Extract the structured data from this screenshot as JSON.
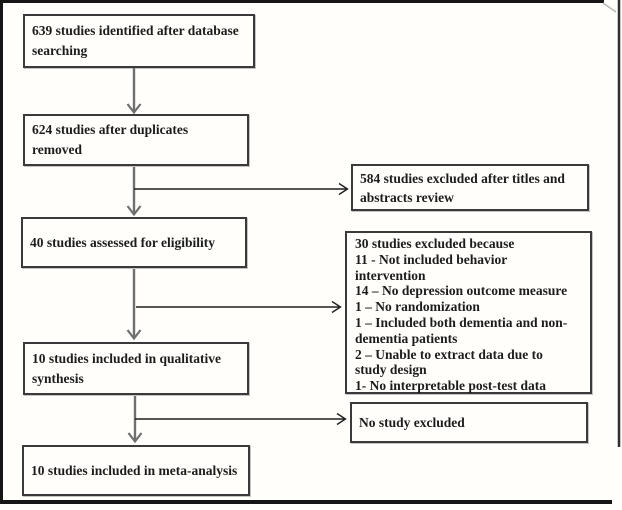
{
  "flowchart": {
    "boxes": {
      "identified": {
        "label": "639 studies identified after database searching"
      },
      "duplicates_removed": {
        "label": "624 studies after duplicates removed"
      },
      "excluded_titles_abstracts": {
        "label": "584 studies excluded after titles and abstracts review"
      },
      "assessed_eligibility": {
        "label": "40 studies assessed for eligibility"
      },
      "excluded_full_text": {
        "title": "30 studies excluded because",
        "reasons": [
          "11 - Not included behavior intervention",
          "14 – No depression outcome measure",
          "1 – No randomization",
          "1 – Included both dementia and non-dementia patients",
          "2 – Unable to extract data due to study design",
          "1- No interpretable post-test data"
        ]
      },
      "qualitative_synthesis": {
        "label": "10 studies included in qualitative synthesis"
      },
      "no_study_excluded": {
        "label": "No study excluded"
      },
      "meta_analysis": {
        "label": "10 studies included in meta-analysis"
      }
    },
    "counts": {
      "identified": 639,
      "after_duplicates": 624,
      "excluded_titles_abstracts": 584,
      "assessed_eligibility": 40,
      "excluded_full_text": 30,
      "qualitative_synthesis": 10,
      "meta_analysis": 10
    },
    "colors": {
      "background": "#fffefa",
      "text": "#1c1c1c",
      "box_border": "#3a3a3a",
      "vertical_arrow": "#6f6f6f",
      "horizontal_arrow": "#1e1e1e",
      "frame": "#151515"
    }
  }
}
